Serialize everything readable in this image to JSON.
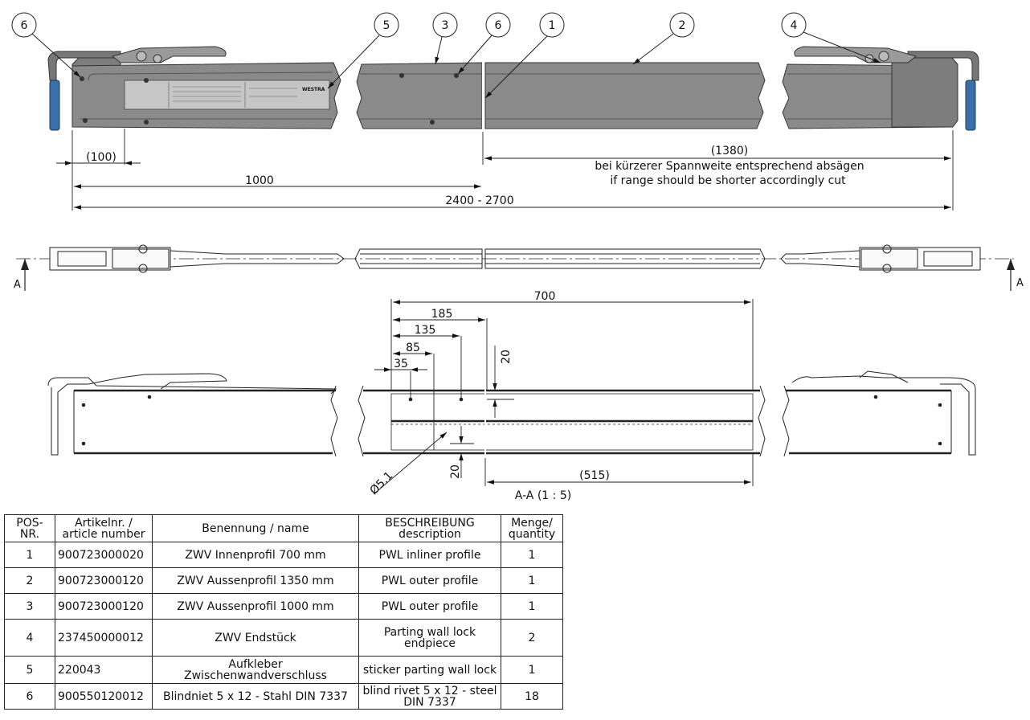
{
  "callouts": [
    "6",
    "5",
    "3",
    "6",
    "1",
    "2",
    "4"
  ],
  "sticker_text": "WESTRA",
  "dims": {
    "d100": "(100)",
    "d1000": "1000",
    "d1380": "(1380)",
    "d2400": "2400 - 2700",
    "note_de": "bei kürzerer Spannweite entsprechend absägen",
    "note_en": "if range should be shorter accordingly cut"
  },
  "section": {
    "marker": "A",
    "d700": "700",
    "d185": "185",
    "d135": "135",
    "d85": "85",
    "d35": "35",
    "d20_top": "20",
    "d20_bot": "20",
    "d515": "(515)",
    "hole": "Ø5.1",
    "title": "A-A (1 : 5)"
  },
  "table": {
    "headers": {
      "pos": "POS-NR.",
      "art1": "Artikelnr. /",
      "art2": "article number",
      "name": "Benennung / name",
      "desc1": "BESCHREIBUNG",
      "desc2": "description",
      "qty1": "Menge/",
      "qty2": "quantity"
    },
    "rows": [
      {
        "pos": "1",
        "art": "900723000020",
        "name1": "ZWV Innenprofil 700 mm",
        "name2": "",
        "desc1": "PWL inliner profile",
        "desc2": "",
        "qty": "1"
      },
      {
        "pos": "2",
        "art": "900723000120",
        "name1": "ZWV Aussenprofil 1350 mm",
        "name2": "",
        "desc1": "PWL outer profile",
        "desc2": "",
        "qty": "1"
      },
      {
        "pos": "3",
        "art": "900723000120",
        "name1": "ZWV Aussenprofil 1000 mm",
        "name2": "",
        "desc1": "PWL outer profile",
        "desc2": "",
        "qty": "1"
      },
      {
        "pos": "4",
        "art": "237450000012",
        "name1": "ZWV Endstück",
        "name2": "",
        "desc1": "Parting wall lock",
        "desc2": "endpiece",
        "qty": "2"
      },
      {
        "pos": "5",
        "art": "220043",
        "name1": "Aufkleber",
        "name2": "Zwischenwandverschluss",
        "desc1": "sticker parting wall lock",
        "desc2": "",
        "qty": "1"
      },
      {
        "pos": "6",
        "art": "900550120012",
        "name1": "Blindniet 5 x 12 - Stahl DIN 7337",
        "name2": "",
        "desc1": "blind rivet 5 x 12 - steel",
        "desc2": "DIN 7337",
        "qty": "18"
      }
    ]
  },
  "colors": {
    "profile": "#888888",
    "profile_dark": "#555555",
    "grip": "#3a6fa8",
    "line": "#111111"
  }
}
